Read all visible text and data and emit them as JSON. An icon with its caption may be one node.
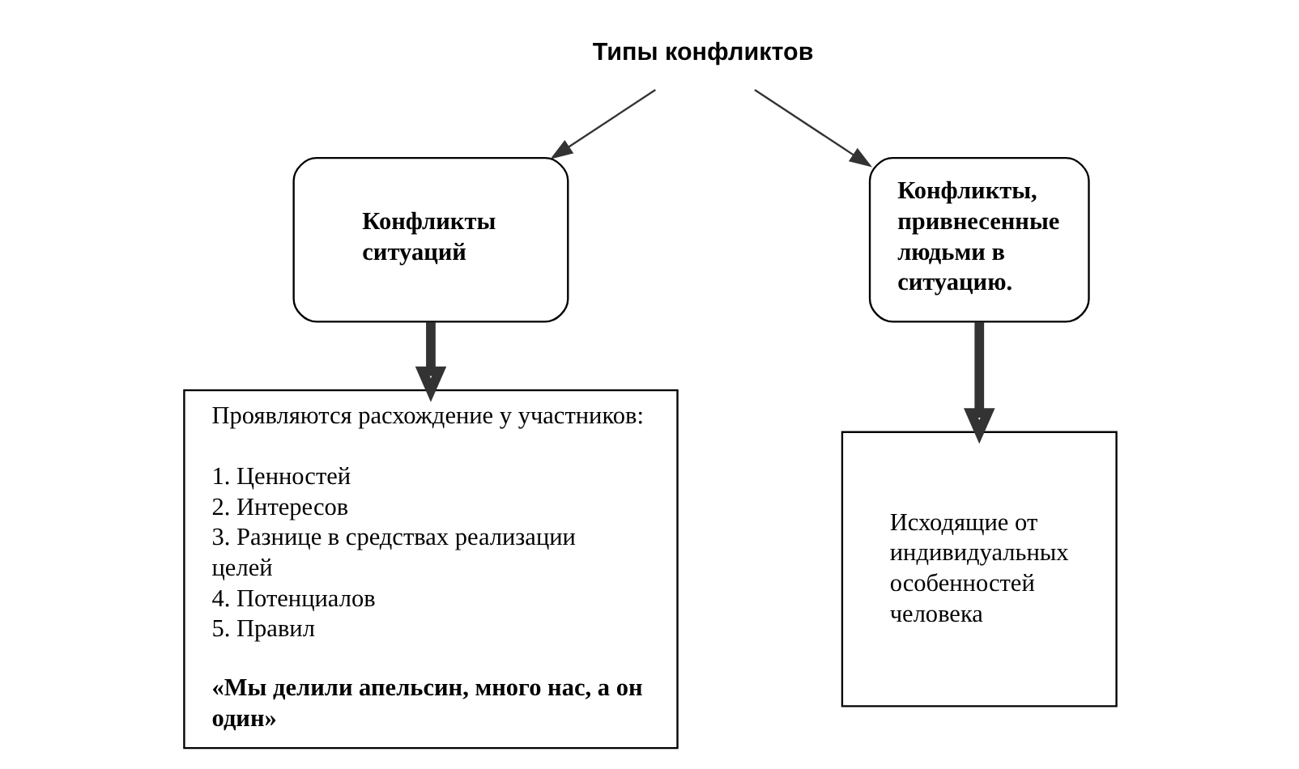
{
  "diagram": {
    "nodes": [
      {
        "text": [
          "Типы конфликтов"
        ]
      },
      {
        "text": [
          "Конфликты ситуаций"
        ]
      },
      {
        "text": [
          "Конфликты, привнесенные людьми в ситуацию."
        ]
      },
      {
        "text": [
          "Проявляются расхождение у участников:",
          "1. Ценностей",
          "2. Интересов",
          "3. Разнице в средствах реализации целей",
          "4. Потенциалов",
          "5. Правил",
          "«Мы делили апельсин, много нас, а он один»"
        ]
      },
      {
        "text": [
          "Исходящие от индивидуальных особенностей человека"
        ]
      }
    ],
    "edges": [
      {
        "from": 0,
        "to": 1,
        "arrow": "to"
      },
      {
        "from": 0,
        "to": 2,
        "arrow": "to"
      },
      {
        "from": 1,
        "to": 3,
        "arrow": "to",
        "style": "thick"
      },
      {
        "from": 2,
        "to": 4,
        "arrow": "to",
        "style": "thick"
      }
    ]
  }
}
